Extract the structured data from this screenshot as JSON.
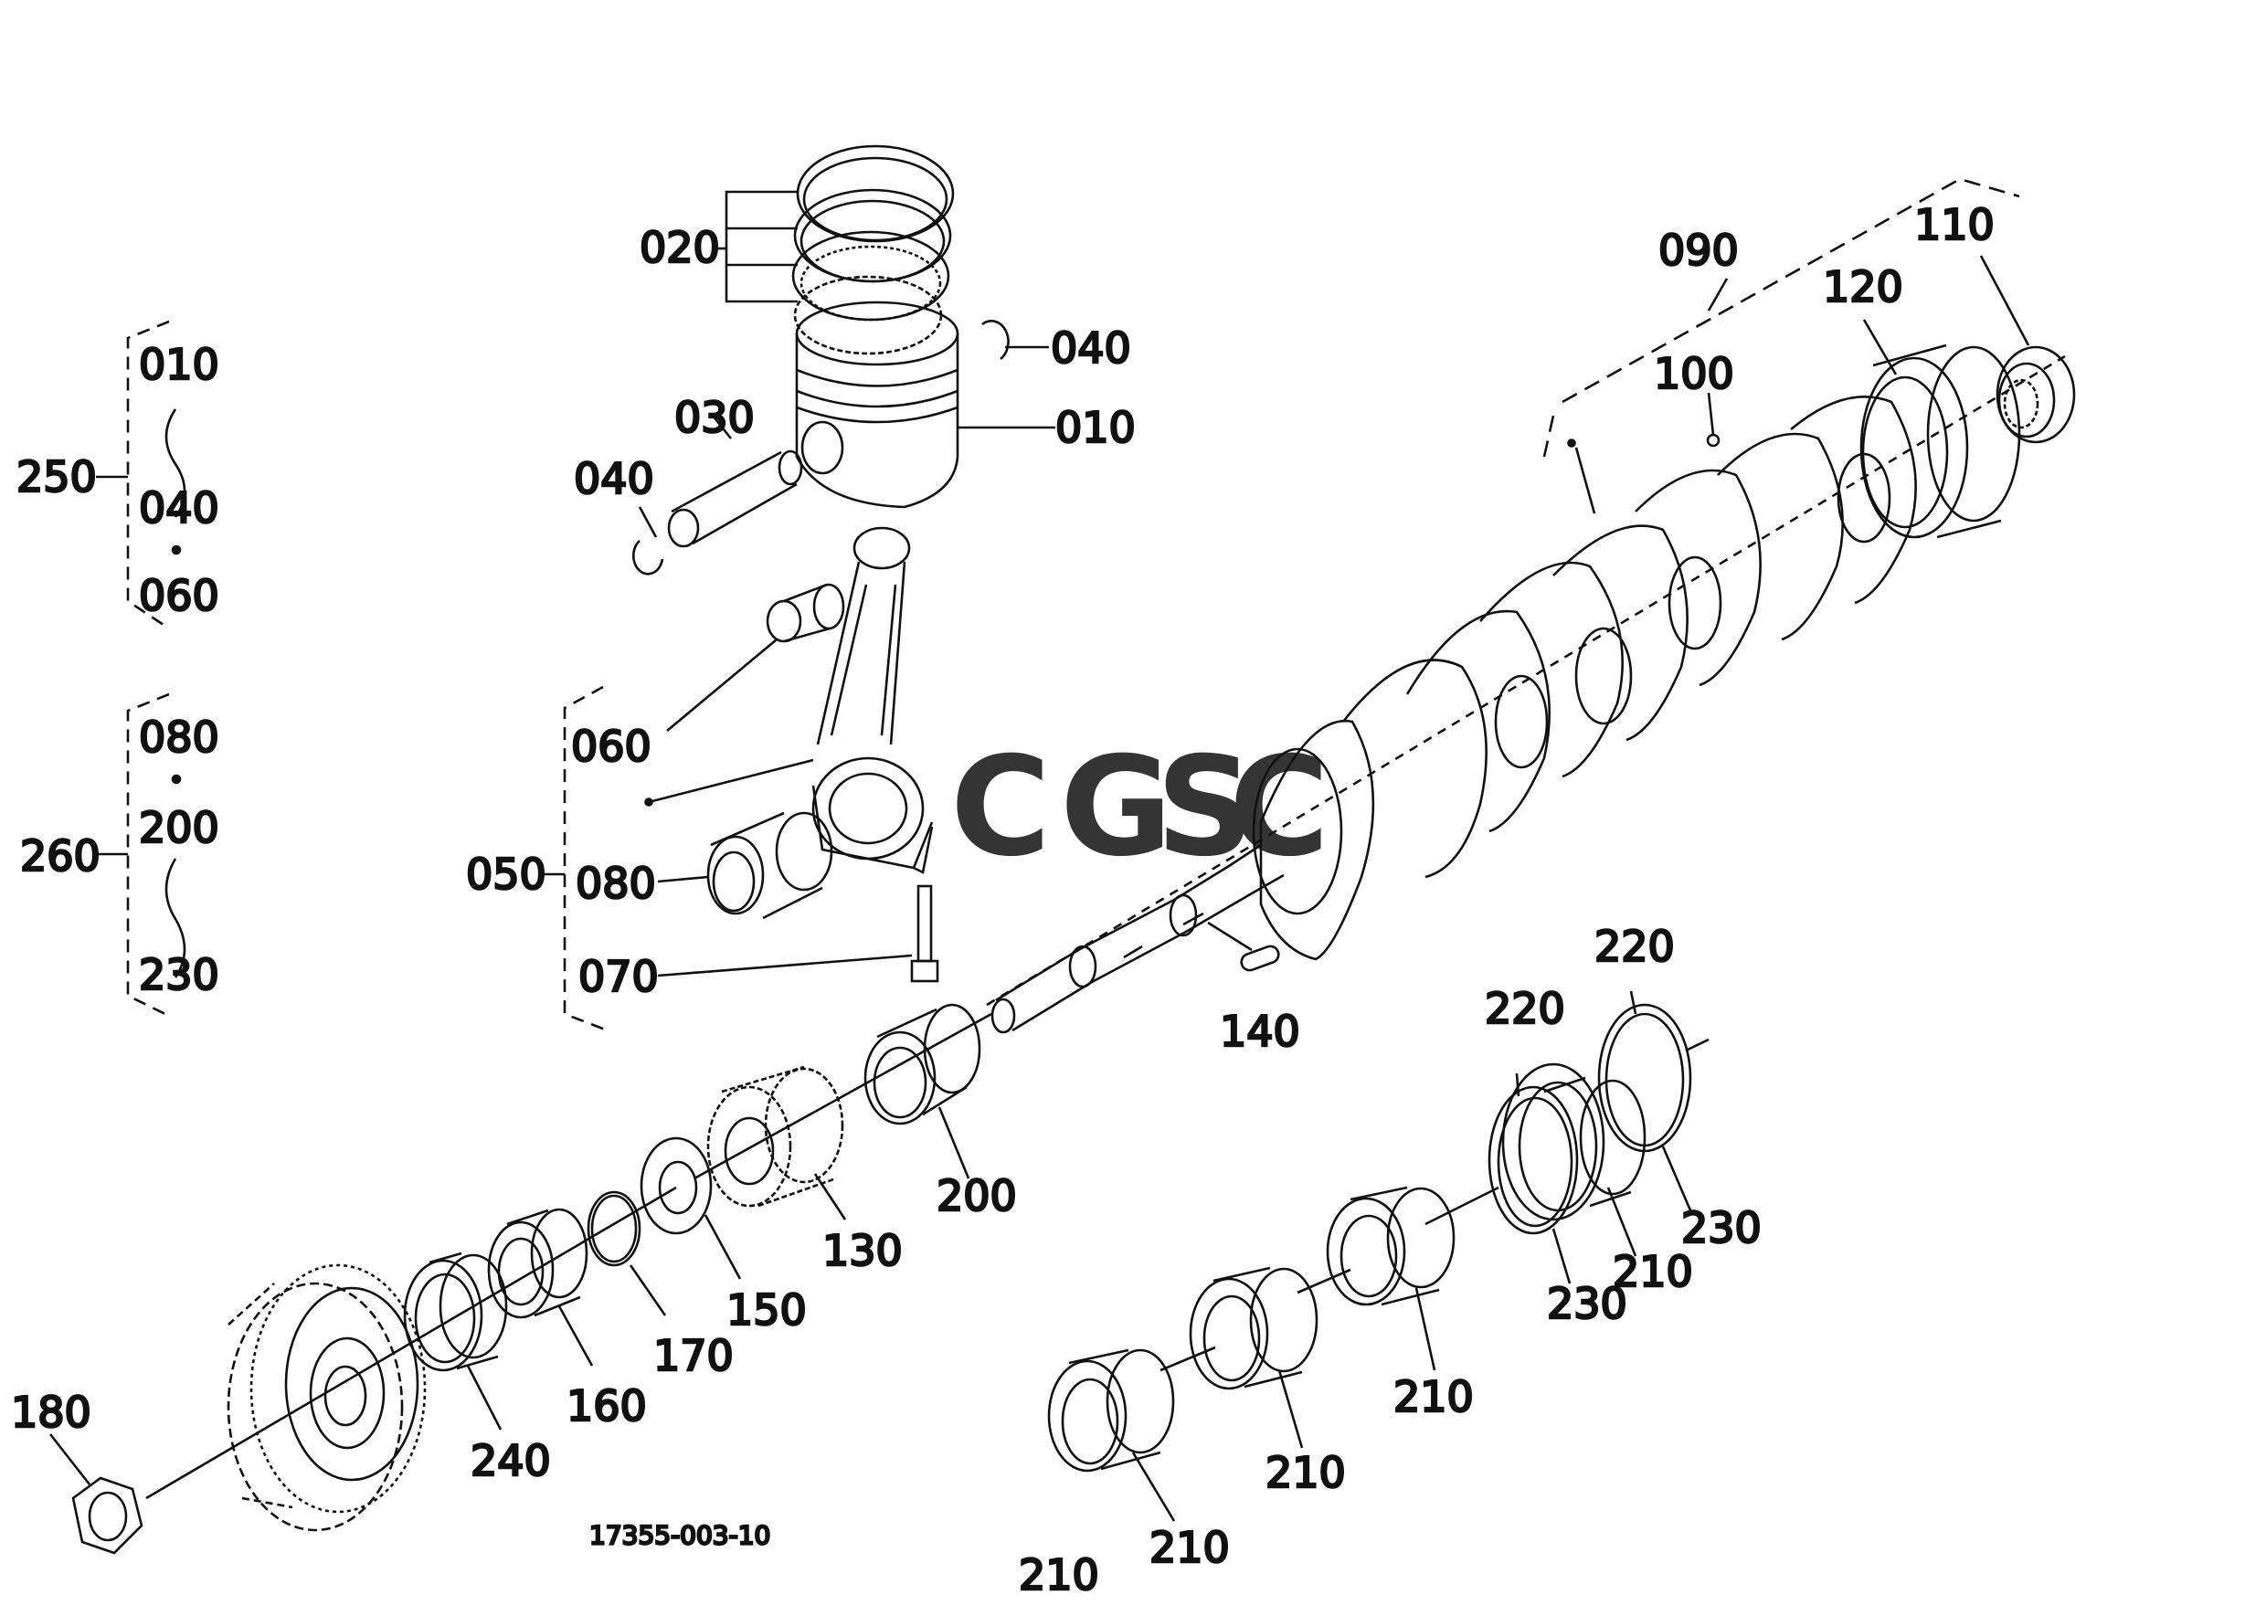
{
  "diagram": {
    "labels": {
      "l250": "250",
      "l260": "260",
      "g250_a": "010",
      "g250_b": "040",
      "g250_c": "060",
      "g260_a": "080",
      "g260_b": "200",
      "g260_c": "230",
      "l020": "020",
      "l040_right": "040",
      "l010": "010",
      "l030": "030",
      "l040_left": "040",
      "l060": "060",
      "l050": "050",
      "l080": "080",
      "l070": "070",
      "l090": "090",
      "l100": "100",
      "l110": "110",
      "l120": "120",
      "l140": "140",
      "l200": "200",
      "l130": "130",
      "l150": "150",
      "l170": "170",
      "l160": "160",
      "l240": "240",
      "l180": "180",
      "l220_a": "220",
      "l220_b": "220",
      "l230_a": "230",
      "l230_b": "230",
      "l210_a": "210",
      "l210_b": "210",
      "l210_c": "210",
      "l210_d": "210",
      "l210_e": "210"
    },
    "reference": "17355-003-10",
    "watermark": {
      "letters": [
        "C",
        "G",
        "S",
        "C"
      ],
      "colors": [
        "#4a8cf0",
        "#f07a70",
        "#f4cc3c",
        "#3cb878"
      ]
    }
  }
}
